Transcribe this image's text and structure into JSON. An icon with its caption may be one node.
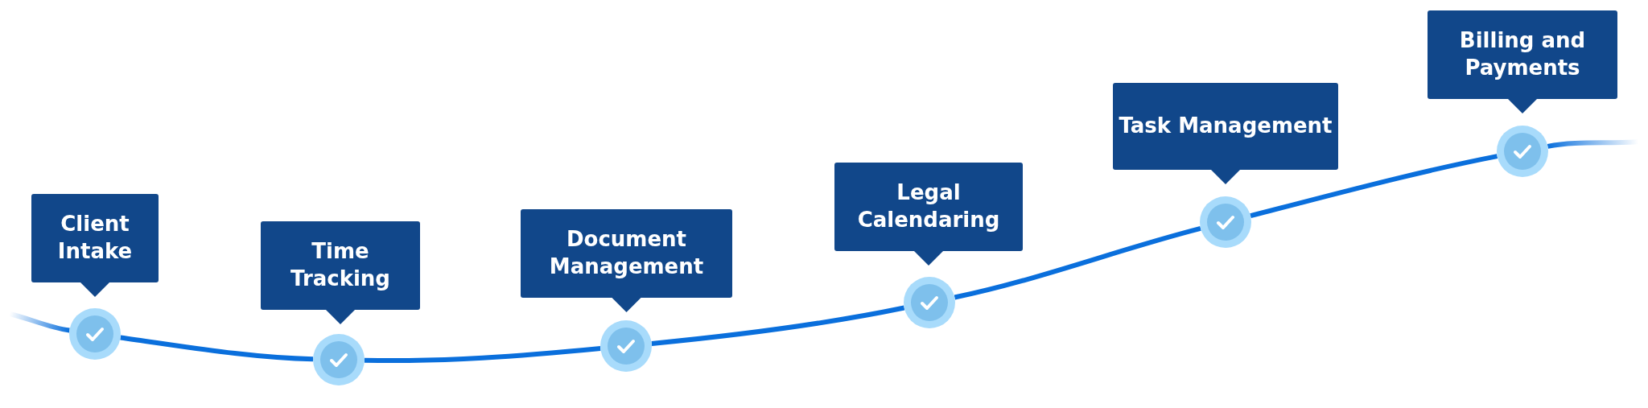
{
  "diagram": {
    "nodes": [
      {
        "text": [
          "Client Intake"
        ]
      },
      {
        "text": [],
        "shape": "circle"
      },
      {
        "text": [
          "Time Tracking"
        ]
      },
      {
        "text": [],
        "shape": "circle"
      },
      {
        "text": [
          "Document Management"
        ]
      },
      {
        "text": [],
        "shape": "circle"
      },
      {
        "text": [
          "Legal Calendaring"
        ]
      },
      {
        "text": [],
        "shape": "circle"
      },
      {
        "text": [
          "Task Management"
        ]
      },
      {
        "text": [],
        "shape": "circle"
      },
      {
        "text": [
          "Billing and Payments"
        ]
      },
      {
        "text": [],
        "shape": "circle"
      }
    ],
    "edges": [
      {
        "from": null,
        "to": 1,
        "arrow": "none"
      },
      {
        "from": 1,
        "to": 3,
        "arrow": "none"
      },
      {
        "from": 3,
        "to": 5,
        "arrow": "none"
      },
      {
        "from": 5,
        "to": 7,
        "arrow": "none"
      },
      {
        "from": 7,
        "to": 9,
        "arrow": "none"
      },
      {
        "from": 9,
        "to": 11,
        "arrow": "none"
      },
      {
        "from": 11,
        "to": null,
        "arrow": "none"
      }
    ]
  }
}
